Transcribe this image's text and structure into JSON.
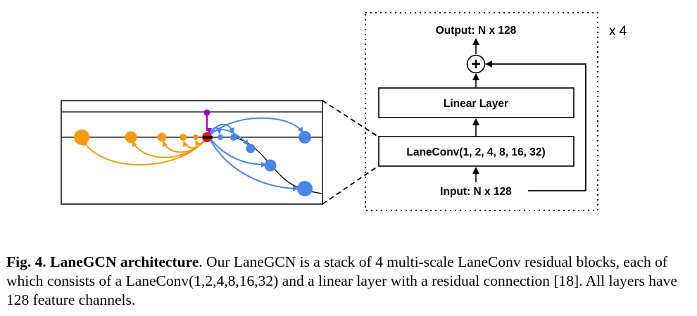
{
  "diagram": {
    "output_label": "Output: N x 128",
    "linear_layer_label": "Linear Layer",
    "laneconv_label": "LaneConv(1, 2, 4, 8, 16, 32)",
    "input_label": "Input: N x 128",
    "repeat_label": "x 4",
    "sum_symbol": "+"
  },
  "caption": {
    "label": "Fig. 4. LaneGCN architecture",
    "text": ". Our LaneGCN is a stack of 4 multi-scale LaneConv residual blocks, each of which consists of a LaneConv(1,2,4,8,16,32) and a linear layer with a residual connection [18]. All layers have 128 feature channels."
  },
  "colors": {
    "predecessor_nodes": "#f39c12",
    "successor_nodes": "#4a86e8",
    "center_node": "#ff0000",
    "left_neighbor_node": "#9900cc"
  }
}
